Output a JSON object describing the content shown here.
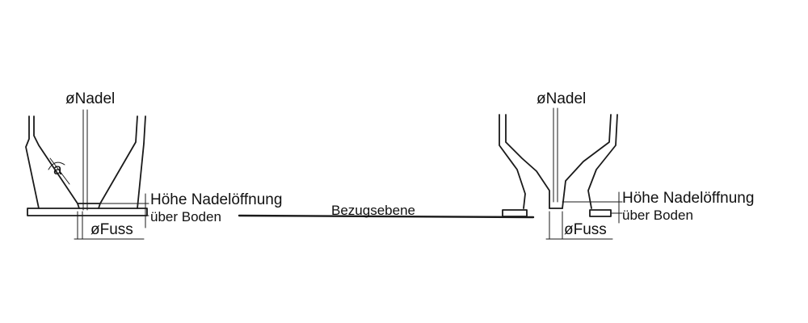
{
  "diagram": {
    "left": {
      "needle_diameter_label": "øNadel",
      "angle_label": "a",
      "height_label_line1": "Höhe Nadelöffnung",
      "height_label_line2": "über Boden",
      "foot_diameter_label": "øFuss"
    },
    "center": {
      "reference_plane_label": "Bezugsebene"
    },
    "right": {
      "needle_diameter_label": "øNadel",
      "height_label_line1": "Höhe Nadelöffnung",
      "height_label_line2": "über Boden",
      "foot_diameter_label": "øFuss"
    }
  }
}
